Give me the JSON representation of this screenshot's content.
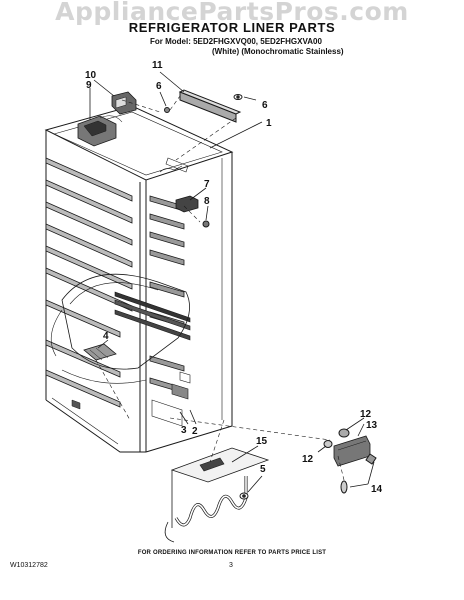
{
  "watermark": "AppliancePartsPros.com",
  "header": {
    "title": "REFRIGERATOR LINER PARTS",
    "model_line": "For Model: 5ED2FHGXVQ00, 5ED2FHGXVA00",
    "finish_line": "(White)  (Monochromatic Stainless)"
  },
  "callouts": {
    "c1": "1",
    "c2": "2",
    "c3": "3",
    "c4": "4",
    "c5": "5",
    "c6a": "6",
    "c6b": "6",
    "c7": "7",
    "c8": "8",
    "c9": "9",
    "c10": "10",
    "c11": "11",
    "c12a": "12",
    "c12b": "12",
    "c13": "13",
    "c14": "14",
    "c15": "15"
  },
  "footer": {
    "ordering_note": "FOR ORDERING INFORMATION REFER TO PARTS PRICE LIST",
    "doc_number": "W10312782",
    "page_number": "3"
  }
}
